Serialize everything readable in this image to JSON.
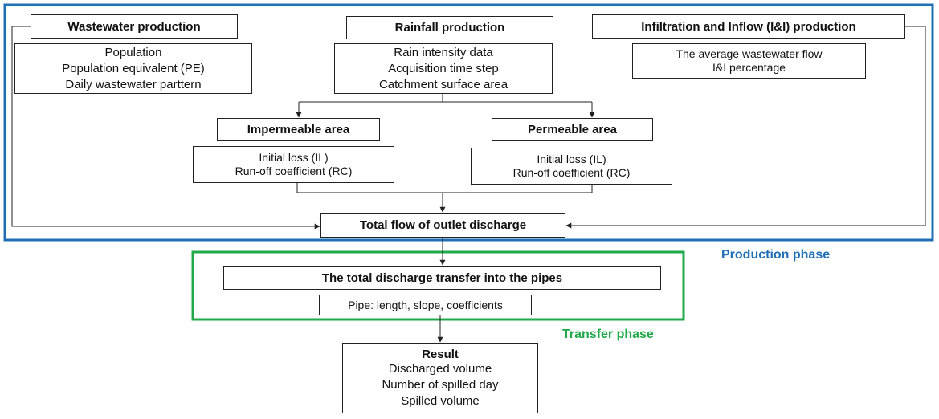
{
  "diagram": {
    "phases": {
      "production": {
        "label": "Production phase",
        "color": "#1f6fb6"
      },
      "transfer": {
        "label": "Transfer phase",
        "color": "#21a84a"
      }
    },
    "nodes": {
      "wastewater": {
        "title": "Wastewater production",
        "items": [
          "Population",
          "Population equivalent (PE)",
          "Daily wastewater parttern"
        ]
      },
      "rainfall": {
        "title": "Rainfall production",
        "items": [
          "Rain intensity data",
          "Acquisition time step",
          "Catchment surface area"
        ]
      },
      "infiltration": {
        "title": "Infiltration and Inflow (I&I) production",
        "items": [
          "The average wastewater flow",
          "I&I percentage"
        ]
      },
      "impermeable": {
        "title": "Impermeable area",
        "items": [
          "Initial loss (IL)",
          "Run-off coefficient (RC)"
        ]
      },
      "permeable": {
        "title": "Permeable area",
        "items": [
          "Initial loss (IL)",
          "Run-off coefficient (RC)"
        ]
      },
      "total_flow": {
        "title": "Total flow of outlet discharge"
      },
      "transfer_pipes": {
        "title": "The total discharge transfer into the pipes",
        "items": [
          "Pipe: length, slope, coefficients"
        ]
      },
      "result": {
        "title": "Result",
        "items": [
          "Discharged volume",
          "Number of spilled day",
          "Spilled volume"
        ]
      }
    },
    "edge_color": "#222222"
  }
}
